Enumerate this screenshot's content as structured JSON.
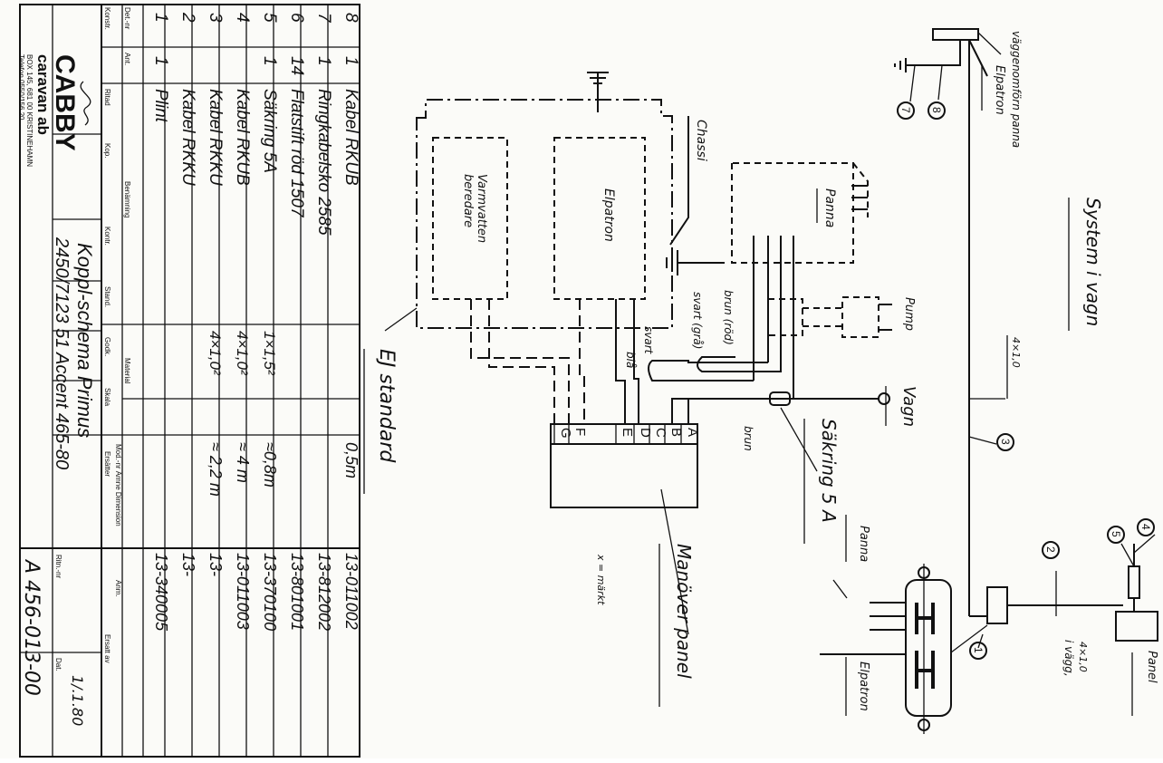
{
  "title_block": {
    "company_logo": "CABBY",
    "company_name": "caravan ab",
    "address": "BOX 145, 681 00 KRISTINEHAMN",
    "phone": "Telefon 0550/156 20",
    "drawing_title": "Koppl-schema Primus",
    "drawing_subtitle": "2450/7123 51 Accent 465-80",
    "drawing_number": "A 456-013-00",
    "date_value": "1/.1.80",
    "labels": {
      "konstr": "Konstr.",
      "ritad": "Ritad",
      "kop": "Kop.",
      "kontr": "Kontr.",
      "stand": "Stand.",
      "godk": "Godk.",
      "skala": "Skala",
      "ritn_nr": "Ritn.-nr",
      "dat": "Dat.",
      "ersatter": "Ersätter",
      "ersatt_av": "Ersatt av",
      "ant": "Ant.",
      "det_nr": "Det.-nr",
      "antal": "Ant.",
      "benamning": "Benämning",
      "material": "Material",
      "mod_dim": "Mod.-nr Ämne Dimension",
      "anm": "Anm."
    }
  },
  "parts_list": [
    {
      "det": "8",
      "ant": "1",
      "name": "Kabel RKUB",
      "material": "",
      "dim": "0,5m",
      "anm": "13-011002"
    },
    {
      "det": "7",
      "ant": "1",
      "name": "Ringkabelsko 2585",
      "material": "",
      "dim": "",
      "anm": "13-812002"
    },
    {
      "det": "6",
      "ant": "14",
      "name": "Flatstift röd 1507",
      "material": "",
      "dim": "",
      "anm": "13-801001"
    },
    {
      "det": "5",
      "ant": "1",
      "name": "Säkring 5A",
      "material": "1×1,5²",
      "dim": "≈0,8m",
      "anm": "13-370100"
    },
    {
      "det": "4",
      "ant": "",
      "name": "Kabel RKUB",
      "material": "4×1,0²",
      "dim": "≈ 4 m",
      "anm": "13-011003"
    },
    {
      "det": "3",
      "ant": "",
      "name": "Kabel RKKU",
      "material": "4×1,0²",
      "dim": "≈ 2,2 m",
      "anm": "13-"
    },
    {
      "det": "2",
      "ant": "",
      "name": "Kabel RKKU",
      "material": "",
      "dim": "",
      "anm": "13-"
    },
    {
      "det": "1",
      "ant": "1",
      "name": "Plint",
      "material": "",
      "dim": "",
      "anm": "13-340005"
    }
  ],
  "diagram": {
    "ej_standard": "EJ standard",
    "chassi": "Chassi",
    "elpatron_box": "Elpatron",
    "varmvatten": "Varmvatten",
    "beredare": "beredare",
    "panna_box": "Panna",
    "pump": "Pump",
    "wire_brun_rod": "brun (röd)",
    "wire_svart_gra": "svart (grå)",
    "wire_svart": "svart",
    "wire_bla": "blå",
    "wire_brun": "brun",
    "vagn": "Vagn",
    "sakring": "Säkring 5 A",
    "terminals": [
      "A",
      "B",
      "C",
      "D",
      "E",
      "F",
      "G"
    ],
    "manover_panel": "Manöver panel",
    "x_note": "x = märkt",
    "system_i_vagn": "System i vagn",
    "vaggenomforing": "väggenomförn panna",
    "elpatron_top": "Elpatron",
    "cable_4x10_top": "4×1,0",
    "cable_4x10_wall": "4×1,0",
    "i_vagg": "i vägg,",
    "panna_right": "Panna",
    "elpatron_right": "Elpatron",
    "panel": "Panel",
    "callouts": [
      "1",
      "2",
      "3",
      "4",
      "5",
      "7",
      "8"
    ]
  }
}
